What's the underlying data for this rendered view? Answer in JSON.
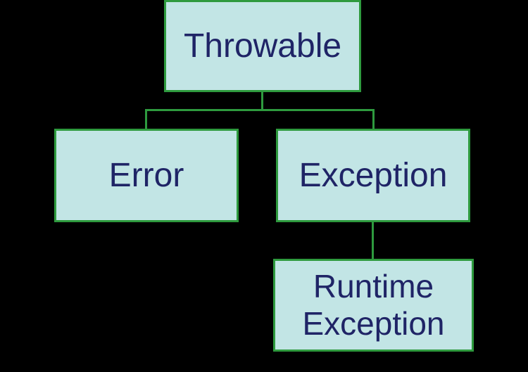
{
  "diagram": {
    "nodes": {
      "throwable": {
        "label": "Throwable"
      },
      "error": {
        "label": "Error"
      },
      "exception": {
        "label": "Exception"
      },
      "runtime_exception": {
        "label": "Runtime\nException"
      }
    },
    "edges": [
      {
        "from": "Throwable",
        "to": "Error"
      },
      {
        "from": "Throwable",
        "to": "Exception"
      },
      {
        "from": "Exception",
        "to": "Runtime Exception"
      }
    ],
    "colors": {
      "background": "#000000",
      "node_fill": "#c2e5e5",
      "node_border": "#2e9a3e",
      "text": "#1f2466",
      "connector": "#2e9a3e"
    }
  }
}
